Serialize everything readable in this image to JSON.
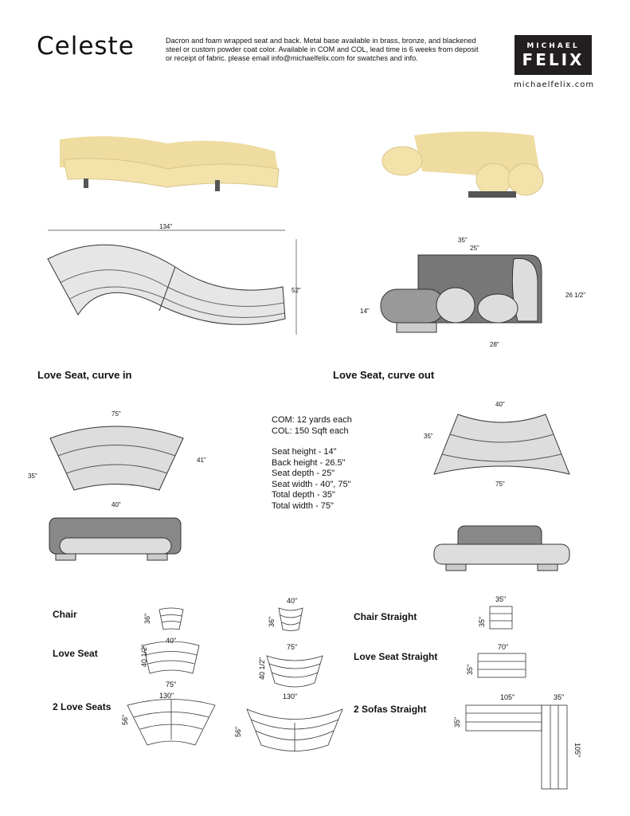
{
  "header": {
    "title": "Celeste",
    "description": "Dacron and foam wrapped seat and back. Metal base available in brass, bronze, and blackened steel or custom powder coat color. Available in COM and COL, lead time is 6 weeks from deposit or receipt of fabric. please email info@michaelfelix.com for swatches and info.",
    "logo_line1": "MICHAEL",
    "logo_line2": "FELIX",
    "website": "michaelfelix.com"
  },
  "top_dims": {
    "width": "134\"",
    "depth": "52\"",
    "sec_w": "35\"",
    "sec_seat": "25\"",
    "sec_seat_h": "14\"",
    "sec_back_h": "26 1/2\"",
    "sec_base": "28\""
  },
  "sections": {
    "curve_in": "Love Seat, curve in",
    "curve_out": "Love Seat, curve out"
  },
  "curve_in_dims": {
    "w": "75\"",
    "d": "41\"",
    "side": "35\"",
    "inner": "40\""
  },
  "curve_out_dims": {
    "w": "75\"",
    "side": "35\"",
    "inner": "40\""
  },
  "specs": [
    "COM: 12 yards each",
    "COL: 150 Sqft each",
    "",
    "Seat height -  14\"",
    "Back height - 26.5\"",
    "Seat depth - 25\"",
    "Seat width - 40\", 75\"",
    "Total depth - 35\"",
    "Total width - 75\""
  ],
  "configs": {
    "chair": {
      "label": "Chair",
      "a_h": "36\"",
      "a_w": "40\"",
      "b_h": "36\"",
      "b_w": "40\""
    },
    "love_seat": {
      "label": "Love Seat",
      "a_h": "40 1/2\"",
      "a_w": "75\"",
      "b_h": "40 1/2\"",
      "b_w": "75\""
    },
    "two_love_seats": {
      "label": "2 Love Seats",
      "a_h": "56\"",
      "a_w": "130\"",
      "b_h": "56\"",
      "b_w": "130\""
    },
    "chair_straight": {
      "label": "Chair Straight",
      "w": "35\"",
      "h": "35\""
    },
    "love_seat_straight": {
      "label": "Love Seat Straight",
      "w": "70\"",
      "h": "35\""
    },
    "two_sofas_straight": {
      "label": "2 Sofas Straight",
      "w": "105\"",
      "w2": "35\"",
      "h": "35\"",
      "h2": "105\""
    }
  }
}
